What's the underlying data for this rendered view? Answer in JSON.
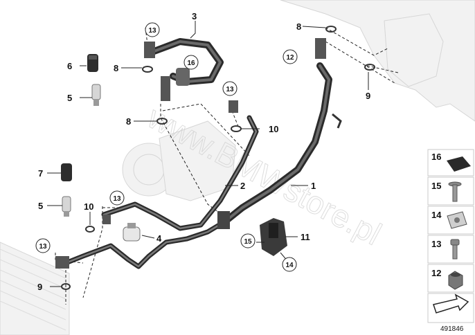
{
  "diagram_number": "491846",
  "watermark": "www.BMWstore.pl",
  "callouts": {
    "c1": "1",
    "c2": "2",
    "c3": "3",
    "c4": "4",
    "c5a": "5",
    "c5b": "5",
    "c6": "6",
    "c7": "7",
    "c8a": "8",
    "c8b": "8",
    "c8c": "8",
    "c9a": "9",
    "c9b": "9",
    "c10a": "10",
    "c10b": "10",
    "c11": "11",
    "c13a": "13",
    "c13b": "13",
    "c13c": "13",
    "c13d": "13",
    "c12": "12",
    "c14": "14",
    "c15": "15",
    "c16": "16"
  },
  "legend": {
    "items": [
      "16",
      "15",
      "14",
      "13",
      "12"
    ]
  }
}
